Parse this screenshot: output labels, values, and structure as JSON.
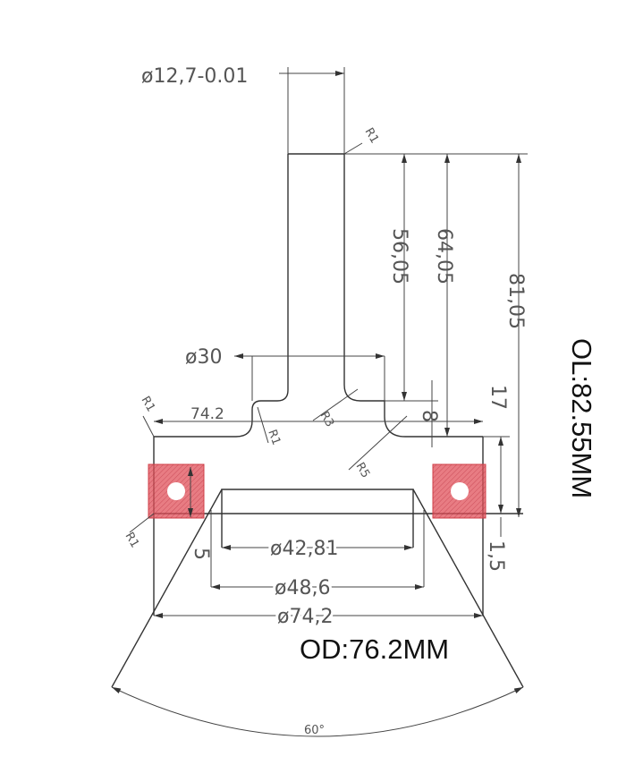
{
  "dimensions": {
    "stem_diameter": "ø12,7-0.01",
    "d56": "56,05",
    "d64": "64,05",
    "d81": "81,05",
    "flange_diameter": "ø30",
    "width_74": "74.2",
    "d8": "8",
    "d17": "17",
    "d5": "5",
    "d1_5": "1,5",
    "inner1": "ø42,81",
    "inner2": "ø48,6",
    "outer": "ø74,2",
    "angle": "60°",
    "radii": {
      "r1a": "R1",
      "r1b": "R1",
      "r1c": "R1",
      "r1d": "R1",
      "r3": "R3",
      "r5": "R5"
    }
  },
  "callouts": {
    "od": "OD:76.2MM",
    "ol": "OL:82.55MM"
  },
  "colors": {
    "pad": "#e0505a",
    "line": "#333333"
  }
}
